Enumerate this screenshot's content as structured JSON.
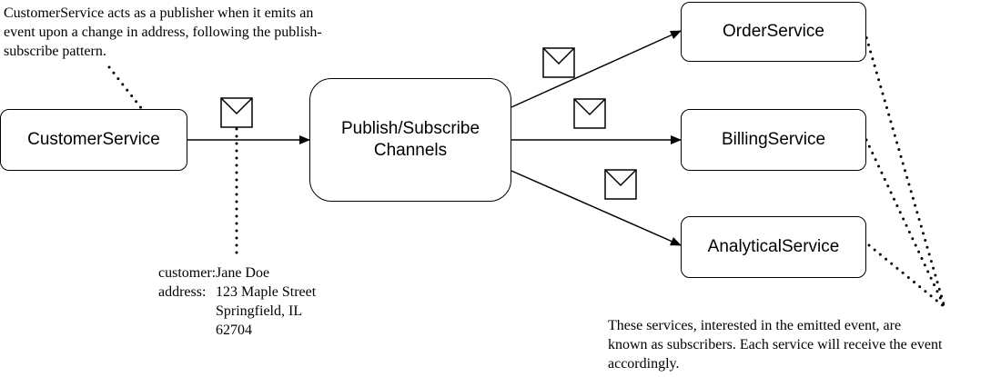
{
  "publisher": {
    "label": "CustomerService"
  },
  "channel": {
    "line1": "Publish/Subscribe",
    "line2": "Channels"
  },
  "subscribers": [
    {
      "label": "OrderService"
    },
    {
      "label": "BillingService"
    },
    {
      "label": "AnalyticalService"
    }
  ],
  "publisher_note": {
    "lines": [
      "CustomerService acts as a publisher when it emits an",
      "event upon a change in address, following the publish-",
      "subscribe pattern."
    ]
  },
  "payload_note": {
    "customer_key": "customer:",
    "customer_value": "Jane Doe",
    "address_key": "address:",
    "address_lines": [
      "123 Maple Street",
      "Springfield, IL",
      "62704"
    ]
  },
  "subscriber_note": {
    "lines": [
      "These services, interested in the emitted event, are",
      "known as subscribers. Each service will receive the event",
      "accordingly."
    ]
  },
  "icons": {
    "message": "envelope-icon"
  }
}
